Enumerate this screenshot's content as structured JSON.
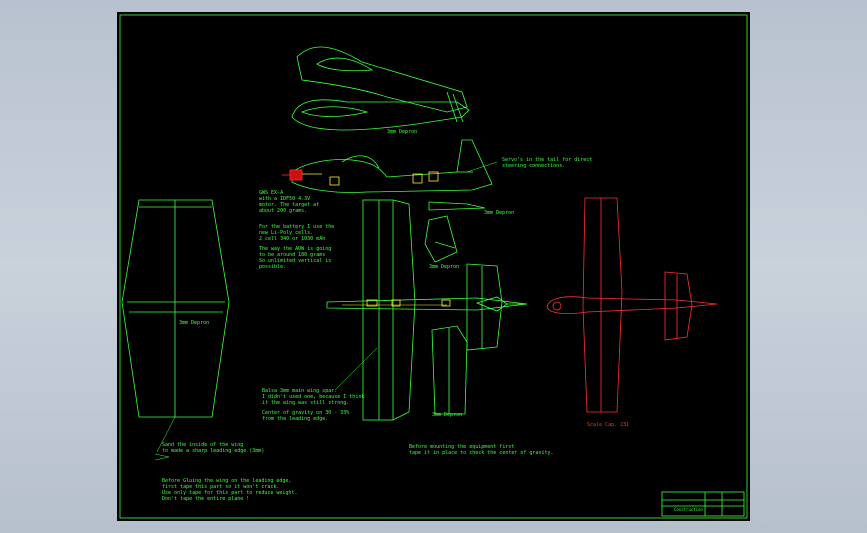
{
  "drawing": {
    "labels": {
      "depron_top": "3mm Depron",
      "depron_wing": "3mm Depron",
      "depron_stab": "3mm Depron",
      "depron_tail": "3mm Depron",
      "depron_elevator": "3mm Depron",
      "scale_model": "Scale Cap. 231"
    },
    "notes": {
      "servo": "Servo's in the tail for direct\nsteering connections.",
      "motor": "GWS EX-A\nwith a IDF50 4.3V\nmotor. The target at\nabout 200 grams.",
      "battery": "For the battery I use the\nnew Li-Poly cells.\n2 cell 340 or 1030 mAh",
      "auw": "The way the AUW is going\nto be around 180 grams\nSo unlimited vertical is\npossible.",
      "spar": "Balsa 3mm main wing spar.\nI didn't used one, because I think\nit the wing was still strong.",
      "cg": "Center of gravity on 30 - 33%\nfrom the leading edge.",
      "sand": "Sand the inside of the wing\nto made a sharp leading edge (3mm)",
      "gluing": "Before Gluing the wing on the leading edge,\nfirst tape this part so it won't crack.\nUse only tape for this part to reduce weight.\nDon't tape the entire plane !",
      "equipment": "Before mounting the equipment first\ntape it in place to check the center of gravity."
    },
    "title_block": {
      "name": "Construction"
    },
    "colors": {
      "line": "#3cff3c",
      "accent": "#ff3030",
      "part": "#ffee33",
      "sheet": "#000000"
    }
  }
}
